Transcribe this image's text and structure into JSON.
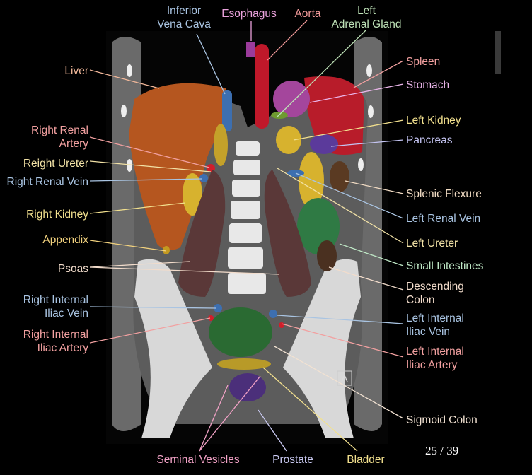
{
  "viewer": {
    "slice_counter": "25 / 39",
    "orientation_marker": "A"
  },
  "labels": [
    {
      "id": "ivc",
      "lines": [
        "Inferior",
        "Vena Cava"
      ],
      "color": "#a9c4e2"
    },
    {
      "id": "esophagus",
      "lines": [
        "Esophagus"
      ],
      "color": "#eaa2dc"
    },
    {
      "id": "aorta",
      "lines": [
        "Aorta"
      ],
      "color": "#f39a9a"
    },
    {
      "id": "left-adrenal",
      "lines": [
        "Left",
        "Adrenal Gland"
      ],
      "color": "#bfe3b8"
    },
    {
      "id": "liver",
      "lines": [
        "Liver"
      ],
      "color": "#f2b89a"
    },
    {
      "id": "right-renal-artery",
      "lines": [
        "Right Renal",
        "Artery"
      ],
      "color": "#f2a0a0"
    },
    {
      "id": "right-ureter",
      "lines": [
        "Reight Ureter"
      ],
      "color": "#f2e2a6"
    },
    {
      "id": "right-renal-vein",
      "lines": [
        "Right Renal Vein"
      ],
      "color": "#a9c4e2"
    },
    {
      "id": "right-kidney",
      "lines": [
        "Right Kidney"
      ],
      "color": "#f2e08e"
    },
    {
      "id": "appendix",
      "lines": [
        "Appendix"
      ],
      "color": "#f2d27e"
    },
    {
      "id": "psoas",
      "lines": [
        "Psoas"
      ],
      "color": "#f2dccb"
    },
    {
      "id": "right-int-iliac-vein",
      "lines": [
        "Right Internal",
        "Iliac Vein"
      ],
      "color": "#a9c4e2"
    },
    {
      "id": "right-int-iliac-artery",
      "lines": [
        "Right Internal",
        "Iliac Artery"
      ],
      "color": "#f2a0a0"
    },
    {
      "id": "spleen",
      "lines": [
        "Spleen"
      ],
      "color": "#f2a0a0"
    },
    {
      "id": "stomach",
      "lines": [
        "Stomach"
      ],
      "color": "#ebb6eb"
    },
    {
      "id": "left-kidney",
      "lines": [
        "Left Kidney"
      ],
      "color": "#f2e08e"
    },
    {
      "id": "pancreas",
      "lines": [
        "Pancreas"
      ],
      "color": "#c4c4f2"
    },
    {
      "id": "splenic-flexure",
      "lines": [
        "Splenic Flexure"
      ],
      "color": "#f2dcc4"
    },
    {
      "id": "left-renal-vein",
      "lines": [
        "Left Renal Vein"
      ],
      "color": "#a9c4e2"
    },
    {
      "id": "left-ureter",
      "lines": [
        "Left Ureter"
      ],
      "color": "#f2e2a6"
    },
    {
      "id": "small-intestines",
      "lines": [
        "Small Intestines"
      ],
      "color": "#bfe8c6"
    },
    {
      "id": "descending-colon",
      "lines": [
        "Descending",
        "Colon"
      ],
      "color": "#f2dccb"
    },
    {
      "id": "left-int-iliac-vein",
      "lines": [
        "Left Internal",
        "Iliac Vein"
      ],
      "color": "#a9c4e2"
    },
    {
      "id": "left-int-iliac-artery",
      "lines": [
        "Left Internal",
        "Iliac Artery"
      ],
      "color": "#f2a0a0"
    },
    {
      "id": "sigmoid-colon",
      "lines": [
        "Sigmoid Colon"
      ],
      "color": "#f2e2d2"
    },
    {
      "id": "seminal-vesicles",
      "lines": [
        "Seminal Vesicles"
      ],
      "color": "#f2a2c6"
    },
    {
      "id": "prostate",
      "lines": [
        "Prostate"
      ],
      "color": "#cacaf2"
    },
    {
      "id": "bladder",
      "lines": [
        "Bladder"
      ],
      "color": "#f2e08e"
    }
  ]
}
